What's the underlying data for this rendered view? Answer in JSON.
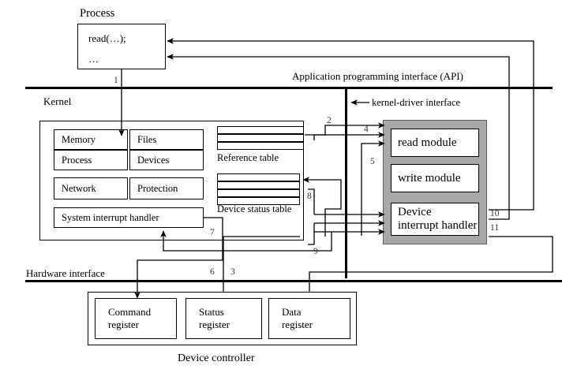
{
  "diagram": {
    "title_process": "Process",
    "process_lines": [
      "read(…);",
      "…"
    ],
    "kernel_label": "Kernel",
    "api_label": "Application programming interface (API)",
    "kernel_driver_label": "kernel-driver interface",
    "hardware_label": "Hardware interface",
    "device_controller_label": "Device controller",
    "reference_table_label": "Reference table",
    "device_status_table_label": "Device status table",
    "kernel_cells": [
      {
        "label": "Memory"
      },
      {
        "label": "Files"
      },
      {
        "label": "Process"
      },
      {
        "label": "Devices"
      },
      {
        "label": "Network"
      },
      {
        "label": "Protection"
      }
    ],
    "system_interrupt_handler": "System interrupt handler",
    "driver_modules": [
      {
        "label": "read module"
      },
      {
        "label": "write module"
      },
      {
        "label": "Device",
        "label2": "interrupt handler"
      }
    ],
    "registers": [
      {
        "line1": "Command",
        "line2": "register"
      },
      {
        "line1": "Status",
        "line2": "register"
      },
      {
        "line1": "Data",
        "line2": "register"
      }
    ],
    "flow_numbers": [
      "1",
      "2",
      "3",
      "4",
      "5",
      "6",
      "7",
      "8",
      "9",
      "10",
      "11"
    ],
    "reference_table_rows": 3,
    "device_status_table_rows": 4,
    "colors": {
      "background": "#ffffff",
      "line": "#000000",
      "driver_panel": "#a8a8a8",
      "number_label": "#3b3428"
    }
  }
}
